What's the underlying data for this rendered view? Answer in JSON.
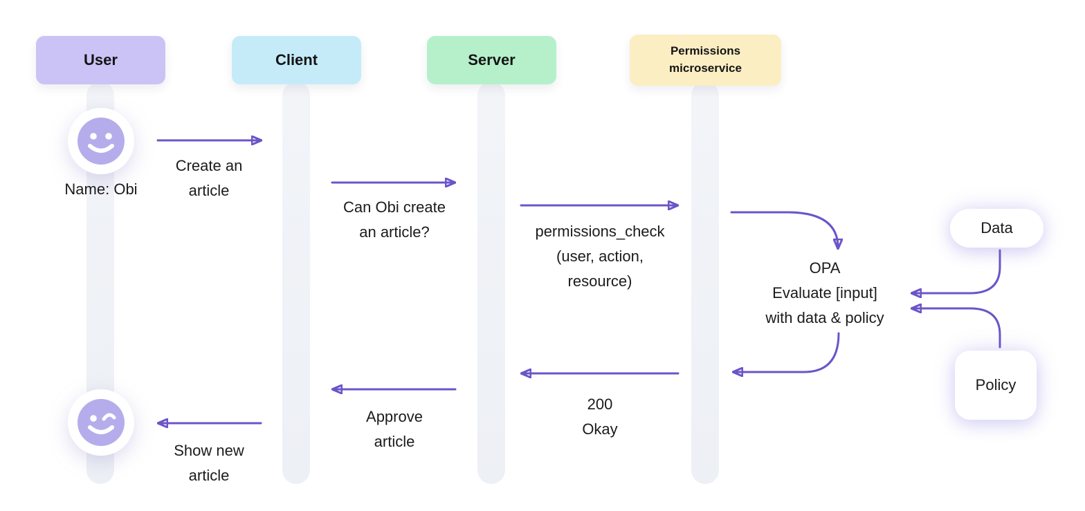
{
  "diagram": {
    "actors": [
      {
        "label": "User",
        "color": "#cbc3f5"
      },
      {
        "label": "Client",
        "color": "#c5ebf9"
      },
      {
        "label": "Server",
        "color": "#b5f0cb"
      },
      {
        "label": "Permissions microservice",
        "color": "#fbeec3"
      }
    ],
    "user_lane": {
      "name_note": "Name: Obi",
      "happy_face_icon": "smiley-face",
      "wink_face_icon": "winking-smiley-face"
    },
    "messages": {
      "create_article": {
        "lines": [
          "Create an",
          "article"
        ]
      },
      "can_obi_create": {
        "lines": [
          "Can Obi create",
          "an article?"
        ]
      },
      "permissions_check": {
        "lines": [
          "permissions_check",
          "(user, action,",
          "resource)"
        ]
      },
      "opa_evaluate": {
        "lines": [
          "OPA",
          "Evaluate [input]",
          "with data & policy"
        ]
      },
      "response_200": {
        "lines": [
          "200",
          "Okay"
        ]
      },
      "approve_article": {
        "lines": [
          "Approve",
          "article"
        ]
      },
      "show_new_article": {
        "lines": [
          "Show new",
          "article"
        ]
      }
    },
    "nodes": {
      "data_label": "Data",
      "policy_label": "Policy"
    },
    "colors": {
      "arrow": "#6b54c9",
      "lifeline": "#edf0f5",
      "face": "#b5adeb",
      "background": "#ffffff"
    }
  }
}
